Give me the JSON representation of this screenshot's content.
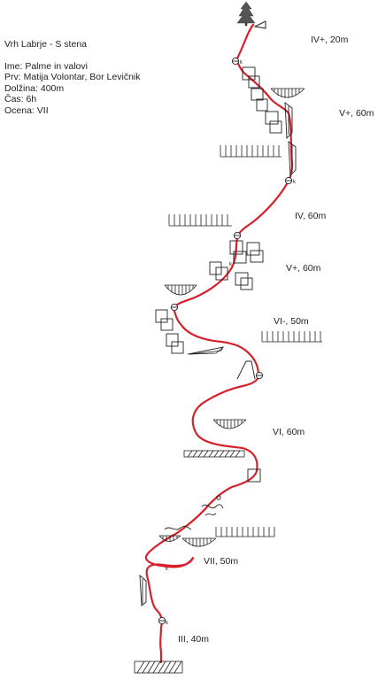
{
  "header": {
    "title": "Vrh Labrje - S stena",
    "name": "Ime: Palme in valovi",
    "first_ascent": "Prv: Matija Volontar, Bor Levičnik",
    "length": "Dolžina: 400m",
    "time": "Čas: 6h",
    "grade": "Ocena: VII"
  },
  "pitches": [
    {
      "label": "IV+, 20m"
    },
    {
      "label": "V+, 60m"
    },
    {
      "label": "IV, 60m"
    },
    {
      "label": "V+, 60m"
    },
    {
      "label": "VI-, 50m"
    },
    {
      "label": "VI, 60m"
    },
    {
      "label": "VII, 50m"
    },
    {
      "label": "III, 40m"
    }
  ],
  "markers": {
    "belay_k": "k"
  },
  "colors": {
    "route": "#d6202a",
    "ink": "#222222"
  }
}
